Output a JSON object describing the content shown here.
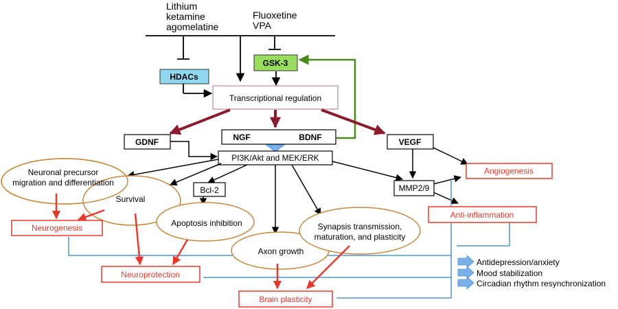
{
  "drugs": {
    "group1": [
      "Lithium",
      "ketamine",
      "agomelatine"
    ],
    "group2": [
      "Fluoxetine",
      "VPA"
    ]
  },
  "nodes": {
    "hdacs": "HDACs",
    "gsk3": "GSK-3",
    "transcriptional_regulation": "Transcriptional regulation",
    "gdnf": "GDNF",
    "ngf": "NGF",
    "bdnf": "BDNF",
    "vegf": "VEGF",
    "pi3k": "PI3K/Akt and MEK/ERK",
    "bcl2": "Bcl-2",
    "mmp": "MMP2/9"
  },
  "processes": {
    "neuronal_precursor": [
      "Neuronal precursor",
      "migration and differentiation"
    ],
    "survival": "Survival",
    "apoptosis": "Apoptosis inhibition",
    "axon": "Axon growth",
    "synapsis": [
      "Synapsis transmission,",
      "maturation, and plasticity"
    ]
  },
  "outcomes": {
    "neurogenesis": "Neurogenesis",
    "neuroprotection": "Neuroprotection",
    "brain_plasticity": "Brain plasticity",
    "angiogenesis": "Angiogenesis",
    "anti_inflammation": "Anti-inflammation"
  },
  "effects": [
    "Antidepression/anxiety",
    "Mood stabilization",
    "Circadian rhythm resynchronization"
  ],
  "colors": {
    "line": "#000000",
    "dark_red": "#8b1a2b",
    "red": "#e8382a",
    "blue": "#4d94d6",
    "green": "#4a8a1c",
    "ellipse": "#c8883a",
    "hdacs_fill": "#8ed8f0",
    "gsk3_fill": "#99dd5e",
    "pink_border": "#c9a0a8",
    "triangle": "#7ab0e8"
  }
}
